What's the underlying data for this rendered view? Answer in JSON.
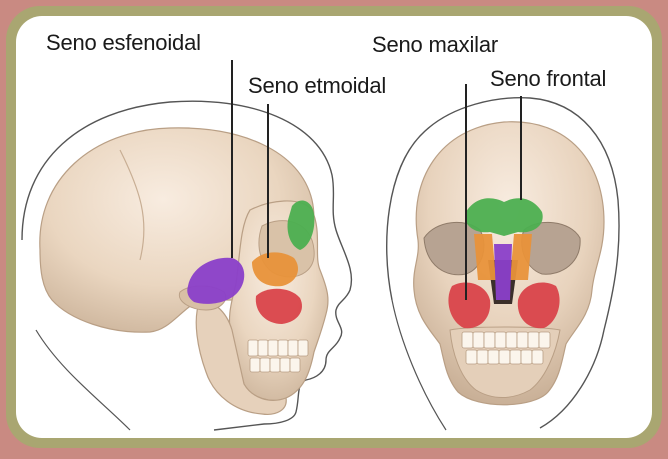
{
  "labels": {
    "sphenoid": "Seno esfenoidal",
    "ethmoid": "Seno etmoidal",
    "maxillary": "Seno maxilar",
    "frontal": "Seno frontal"
  },
  "colors": {
    "sphenoid": "#8a3fc9",
    "ethmoid": "#e8923a",
    "maxillary": "#d9434a",
    "frontal": "#4caf50",
    "bone": "#ecdcc8",
    "frame": "#a9a671",
    "outer_background": "#c98a82"
  }
}
